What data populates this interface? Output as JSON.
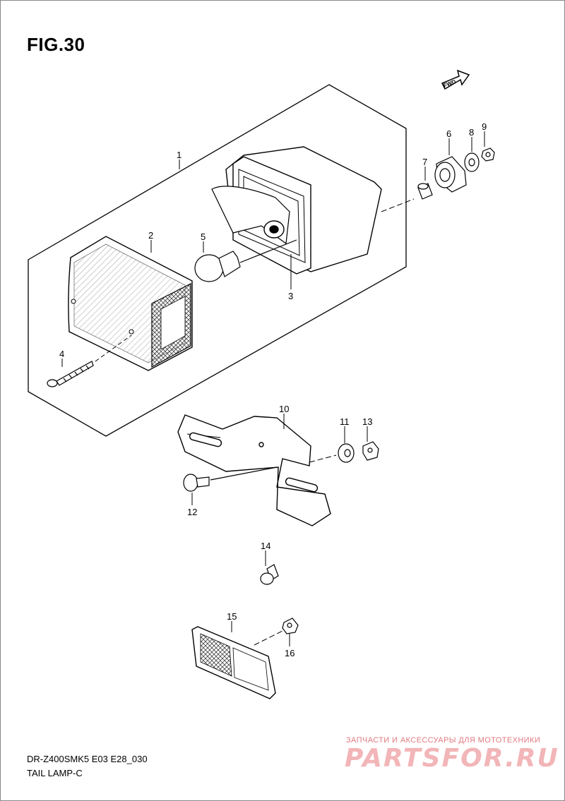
{
  "figure": {
    "title": "FIG.30"
  },
  "direction_marker": {
    "label": "FWD"
  },
  "callouts": {
    "p1": "1",
    "p2": "2",
    "p3": "3",
    "p4": "4",
    "p5": "5",
    "p6": "6",
    "p7": "7",
    "p8": "8",
    "p9": "9",
    "p10": "10",
    "p11": "11",
    "p12": "12",
    "p13": "13",
    "p14": "14",
    "p15": "15",
    "p16": "16"
  },
  "footer": {
    "model_code": "DR-Z400SMK5 E03 E28_030",
    "caption": "TAIL LAMP-C"
  },
  "watermark": {
    "tagline": "ЗАПЧАСТИ И АКСЕССУАРЫ ДЛЯ МОТОТЕХНИКИ",
    "logo": "PARTSFOR.RU"
  }
}
